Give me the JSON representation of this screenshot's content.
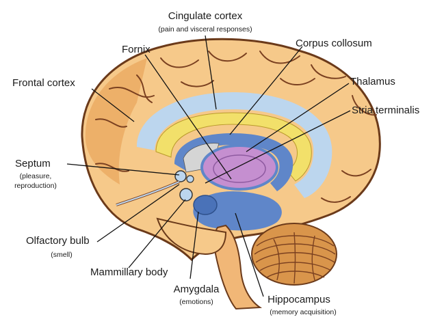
{
  "diagram": {
    "labels": {
      "cingulate_cortex": "Cingulate cortex",
      "cingulate_cortex_sub": "(pain and visceral responses)",
      "fornix": "Fornix",
      "corpus_collosum": "Corpus collosum",
      "frontal_cortex": "Frontal cortex",
      "thalamus": "Thalamus",
      "stria_terminalis": "Stria terminalis",
      "septum": "Septum",
      "septum_sub_1": "(pleasure,",
      "septum_sub_2": "reproduction)",
      "olfactory_bulb": "Olfactory bulb",
      "olfactory_bulb_sub": "(smell)",
      "mammillary_body": "Mammillary body",
      "amygdala": "Amygdala",
      "amygdala_sub": "(emotions)",
      "hippocampus": "Hippocampus",
      "hippocampus_sub": "(memory acquisition)"
    },
    "colors": {
      "cortex": "#f6c98a",
      "cortex_outline": "#6b3a1a",
      "frontal_shade": "#e59a4e",
      "light_blue": "#bcd6ee",
      "mid_blue": "#5f86c9",
      "yellow": "#f2e06a",
      "thalamus": "#c58fd0",
      "cerebellum": "#d9954b",
      "stem": "#f1b777"
    }
  }
}
